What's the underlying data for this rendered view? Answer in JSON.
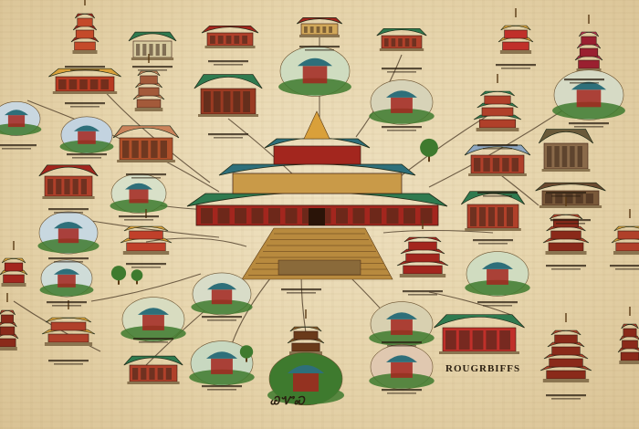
{
  "image": {
    "kind": "illustrated map of traditional East Asian temples and pagodas connected by lines",
    "palette": {
      "parchment": "#e8d8b0",
      "roof_green": "#2f7a4f",
      "roof_teal": "#2e6f7a",
      "roof_gold": "#d9a03a",
      "wall_red": "#a3261e",
      "ink": "#2a1e10",
      "tree_green": "#3e7a2e"
    }
  },
  "labels": {
    "bottom_center_script": "ᏊᏉᏍ",
    "bottom_right_caption": "ROUGRBIFFS"
  }
}
